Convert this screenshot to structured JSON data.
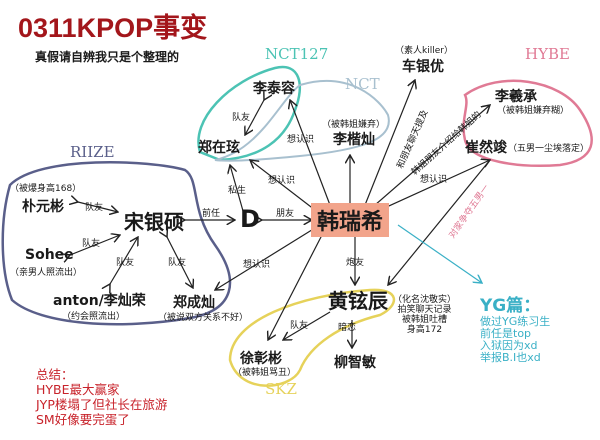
{
  "title": "0311KPOP事变",
  "subtitle": "真假请自辨我只是个整理的",
  "groups": {
    "nct127": "NCT127",
    "nct": "NCT",
    "riize": "RIIZE",
    "hybe": "HYBE",
    "skz": "SKZ"
  },
  "center": "韩瑞希",
  "people": {
    "taeyong": "李泰容",
    "jaehyun": "郑在玹",
    "haechan": "李楷灿",
    "haechan_note": "（被韩姐嫌弃）",
    "eunwoo": "车银优",
    "eunwoo_note": "（素人killer）",
    "heeseung": "李羲承",
    "heeseung_note": "（被韩姐嫌弃糊）",
    "yeonjun": "崔然竣",
    "yeonjun_note": "（五男一尘埃落定）",
    "wonbin": "朴元彬",
    "wonbin_note": "（被爆身高168）",
    "eunseok": "宋银硕",
    "sohee": "Sohee",
    "sohee_note": "（亲男人照流出）",
    "anton": "anton/李灿荣",
    "anton_note": "（约会照流出）",
    "sungchan": "郑成灿",
    "sungchan_note": "（被说双方关系不好）",
    "d": "D",
    "hyunjin": "黄铉辰",
    "hyunjin_note": [
      "（化名沈敬实）",
      "拍笑聊天记录",
      "被韩姐吐槽",
      "身高172"
    ],
    "changbin": "徐彰彬",
    "changbin_note": "（被韩姐骂丑）",
    "jimin": "柳智敏"
  },
  "edges": {
    "teammate": "队友",
    "want_know": "想认识",
    "sasaeng": "私生",
    "ex": "前任",
    "friend": "朋友",
    "fwb": "炮友",
    "crush": "暗恋",
    "chat_mention": "和朋友聊天提及",
    "friend_intro": "韩姐朋友介绍给韩姐的",
    "rival": "对家争夺五男一"
  },
  "yg": {
    "heading": "YG篇：",
    "lines": [
      "做过YG练习生",
      "前任是top",
      "入狱因为xd",
      "举报B.I也xd"
    ]
  },
  "summary": {
    "heading": "总结：",
    "lines": [
      "HYBE最大赢家",
      "JYP楼塌了但社长在旅游",
      "SM好像要完蛋了"
    ]
  },
  "colors": {
    "title": "#a3161b",
    "center_bg": "#f2a48b",
    "nct": "#4cc3b4",
    "riize": "#5a5f8a",
    "hybe": "#e07a95",
    "skz": "#e6d25a",
    "yg": "#3ab0c6",
    "summary": "#c8232b"
  }
}
